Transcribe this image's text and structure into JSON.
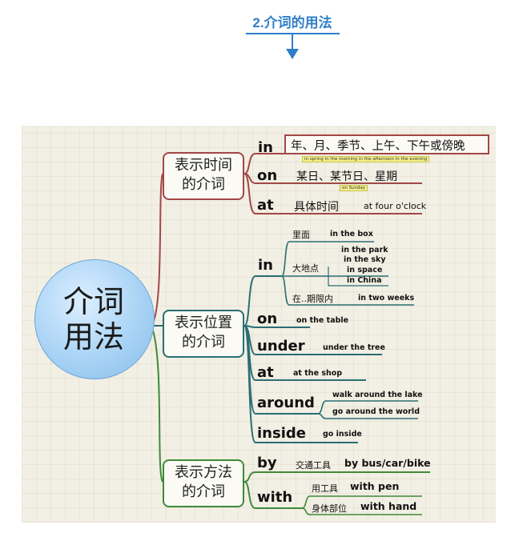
{
  "heading": "2.介词的用法",
  "center_label_line1": "介词",
  "center_label_line2": "用法",
  "groups": [
    {
      "label_line1": "表示时间",
      "label_line2": "的介词",
      "items": [
        {
          "prep": "in",
          "desc": "年、月、季节、上午、下午或傍晚",
          "tag": "in spring in the morning in the afternoon in the evening"
        },
        {
          "prep": "on",
          "desc": "某日、某节日、星期",
          "tag": "on Sunday"
        },
        {
          "prep": "at",
          "desc": "具体时间",
          "example": "at four o'clock"
        }
      ]
    },
    {
      "label_line1": "表示位置",
      "label_line2": "的介词",
      "items": [
        {
          "prep": "in",
          "subs": [
            {
              "desc": "里面",
              "examples": [
                "in the box"
              ]
            },
            {
              "desc": "大地点",
              "examples": [
                "in the park",
                "in the sky",
                "in space",
                "in China"
              ]
            },
            {
              "desc": "在..期限内",
              "examples": [
                "in two weeks"
              ]
            }
          ]
        },
        {
          "prep": "on",
          "examples": [
            "on the table"
          ]
        },
        {
          "prep": "under",
          "examples": [
            "under the tree"
          ]
        },
        {
          "prep": "at",
          "examples": [
            "at the shop"
          ]
        },
        {
          "prep": "around",
          "examples": [
            "walk around the lake",
            "go around the world"
          ]
        },
        {
          "prep": "inside",
          "examples": [
            "go inside"
          ]
        }
      ]
    },
    {
      "label_line1": "表示方法",
      "label_line2": "的介词",
      "items": [
        {
          "prep": "by",
          "desc": "交通工具",
          "example": "by bus/car/bike"
        },
        {
          "prep": "with",
          "subs": [
            {
              "desc": "用工具",
              "example": "with  pen"
            },
            {
              "desc": "身体部位",
              "example": "with hand"
            }
          ]
        }
      ]
    }
  ],
  "colors": {
    "heading": "#2f7fc8",
    "time_branch": "#a24746",
    "place_branch": "#2a6e73",
    "method_branch": "#3f8a3a",
    "center_fill": "#a9d3f5"
  }
}
